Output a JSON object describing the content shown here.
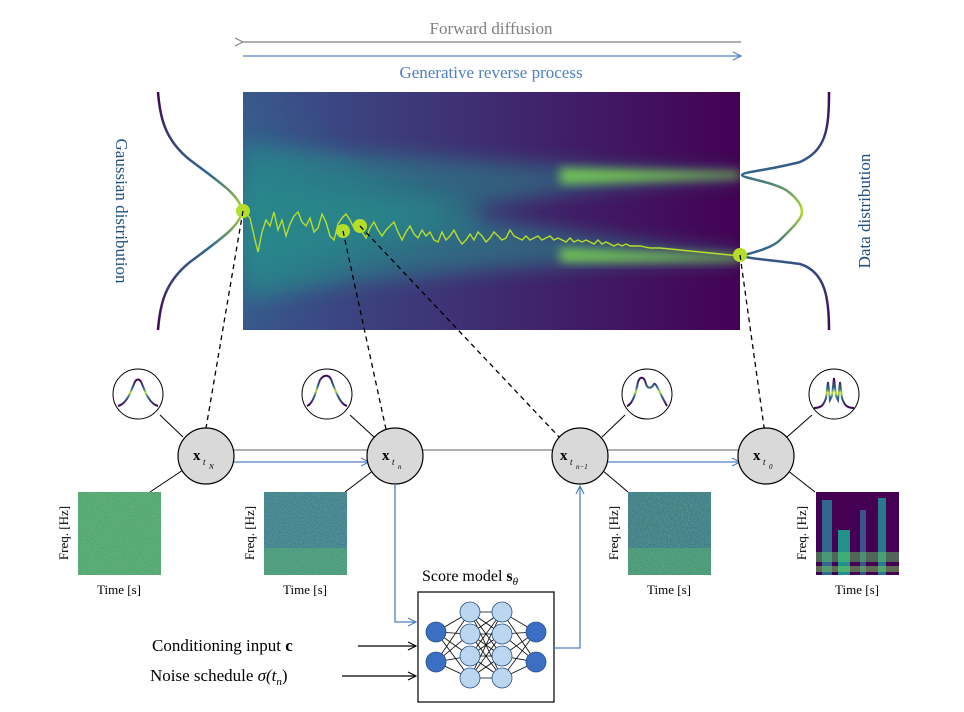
{
  "header": {
    "forward_label": "Forward diffusion",
    "reverse_label": "Generative reverse process"
  },
  "side_labels": {
    "left": "Gaussian distribution",
    "right": "Data distribution"
  },
  "nodes": [
    {
      "id": "x_tN",
      "main": "x",
      "sub": "t",
      "subsub": "N"
    },
    {
      "id": "x_tn",
      "main": "x",
      "sub": "t",
      "subsub": "n"
    },
    {
      "id": "x_tn1",
      "main": "x",
      "sub": "t",
      "subsub": "n−1"
    },
    {
      "id": "x_t0",
      "main": "x",
      "sub": "t",
      "subsub": "0"
    }
  ],
  "spectrogram_labels": {
    "freq": "Freq. [Hz]",
    "time": "Time [s]"
  },
  "score_model": {
    "label": "Score model ",
    "symbol": "s",
    "subscript": "θ"
  },
  "inputs": {
    "conditioning": "Conditioning input ",
    "conditioning_symbol": "c",
    "noise": "Noise schedule ",
    "noise_symbol": "σ(t",
    "noise_sub": "n",
    "noise_close": ")"
  },
  "colors": {
    "forward": "#808080",
    "reverse": "#4f7fbf",
    "side_text": "#1f4f7f",
    "trajectory": "#b5de2b",
    "heatmap_dark": "#440154",
    "heatmap_mid": "#21918c",
    "heatmap_bright": "#b5de2b",
    "nn_dark": "#3a6fc4",
    "nn_light": "#bcd6f0",
    "node_fill": "#d9d9d9"
  }
}
